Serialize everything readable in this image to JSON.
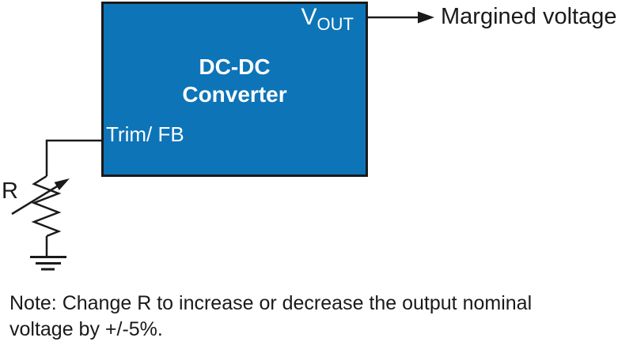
{
  "diagram": {
    "converter_block": {
      "name_line1": "DC-DC",
      "name_line2": "Converter",
      "vout_pin": {
        "main": "V",
        "sub": "OUT"
      },
      "trim_pin": "Trim/ FB"
    },
    "output_arrow_label": "Margined voltage",
    "resistor_label": "R",
    "note": {
      "line1": "Note: Change R to increase or decrease the output nominal",
      "line2": "voltage by +/-5%."
    },
    "colors": {
      "block_fill": "#0D74B8",
      "line": "#1A1A1A",
      "block_text": "#FFFFFF"
    }
  }
}
